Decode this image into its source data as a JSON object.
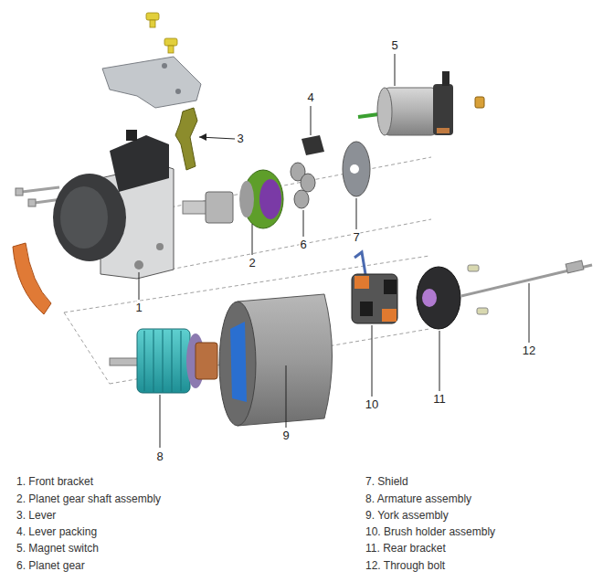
{
  "diagram": {
    "labels": [
      "1",
      "2",
      "3",
      "4",
      "5",
      "6",
      "7",
      "8",
      "9",
      "10",
      "11",
      "12",
      "1. Front bracket",
      "2. Planet gear shaft assembly",
      "3. Lever",
      "4. Lever packing",
      "5. Magnet switch",
      "6. Planet gear",
      "7. Shield",
      "8. Armature assembly",
      "9. York assembly",
      "10. Brush holder assembly",
      "11. Rear bracket",
      "12. Through bolt"
    ]
  }
}
